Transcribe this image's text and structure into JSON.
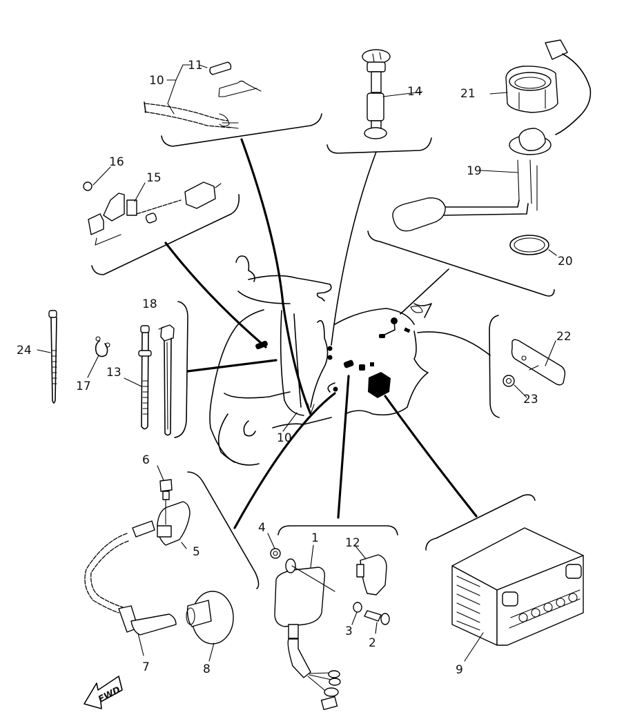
{
  "diagram": {
    "title": "",
    "direction_marker": {
      "label": "FWD",
      "icon": "forward-arrow-icon"
    },
    "part_labels": {
      "p1": "1",
      "p2": "2",
      "p3": "3",
      "p4": "4",
      "p5": "5",
      "p6": "6",
      "p7": "7",
      "p8": "8",
      "p9": "9",
      "p10a": "10",
      "p10b": "10",
      "p11": "11",
      "p12": "12",
      "p13": "13",
      "p14": "14",
      "p15": "15",
      "p16": "16",
      "p17": "17",
      "p18": "18",
      "p19": "19",
      "p20": "20",
      "p21": "21",
      "p22": "22",
      "p23": "23",
      "p24": "24"
    },
    "groups": [
      {
        "name": "wire-harness-group",
        "parts": [
          "10",
          "11"
        ]
      },
      {
        "name": "fuel-sender-group",
        "parts": [
          "14"
        ]
      },
      {
        "name": "fuel-gauge-unit-group",
        "parts": [
          "19",
          "20",
          "21"
        ]
      },
      {
        "name": "starter-switch-group",
        "parts": [
          "15",
          "16"
        ]
      },
      {
        "name": "cable-ties-group",
        "parts": [
          "13",
          "17",
          "18",
          "24"
        ]
      },
      {
        "name": "reflector-group",
        "parts": [
          "22",
          "23"
        ]
      },
      {
        "name": "ignition-coil-group",
        "parts": [
          "5",
          "6",
          "7",
          "8"
        ]
      },
      {
        "name": "cdi-unit-group",
        "parts": [
          "1",
          "2",
          "3",
          "4",
          "12"
        ]
      },
      {
        "name": "battery-group",
        "parts": [
          "9"
        ]
      }
    ]
  }
}
